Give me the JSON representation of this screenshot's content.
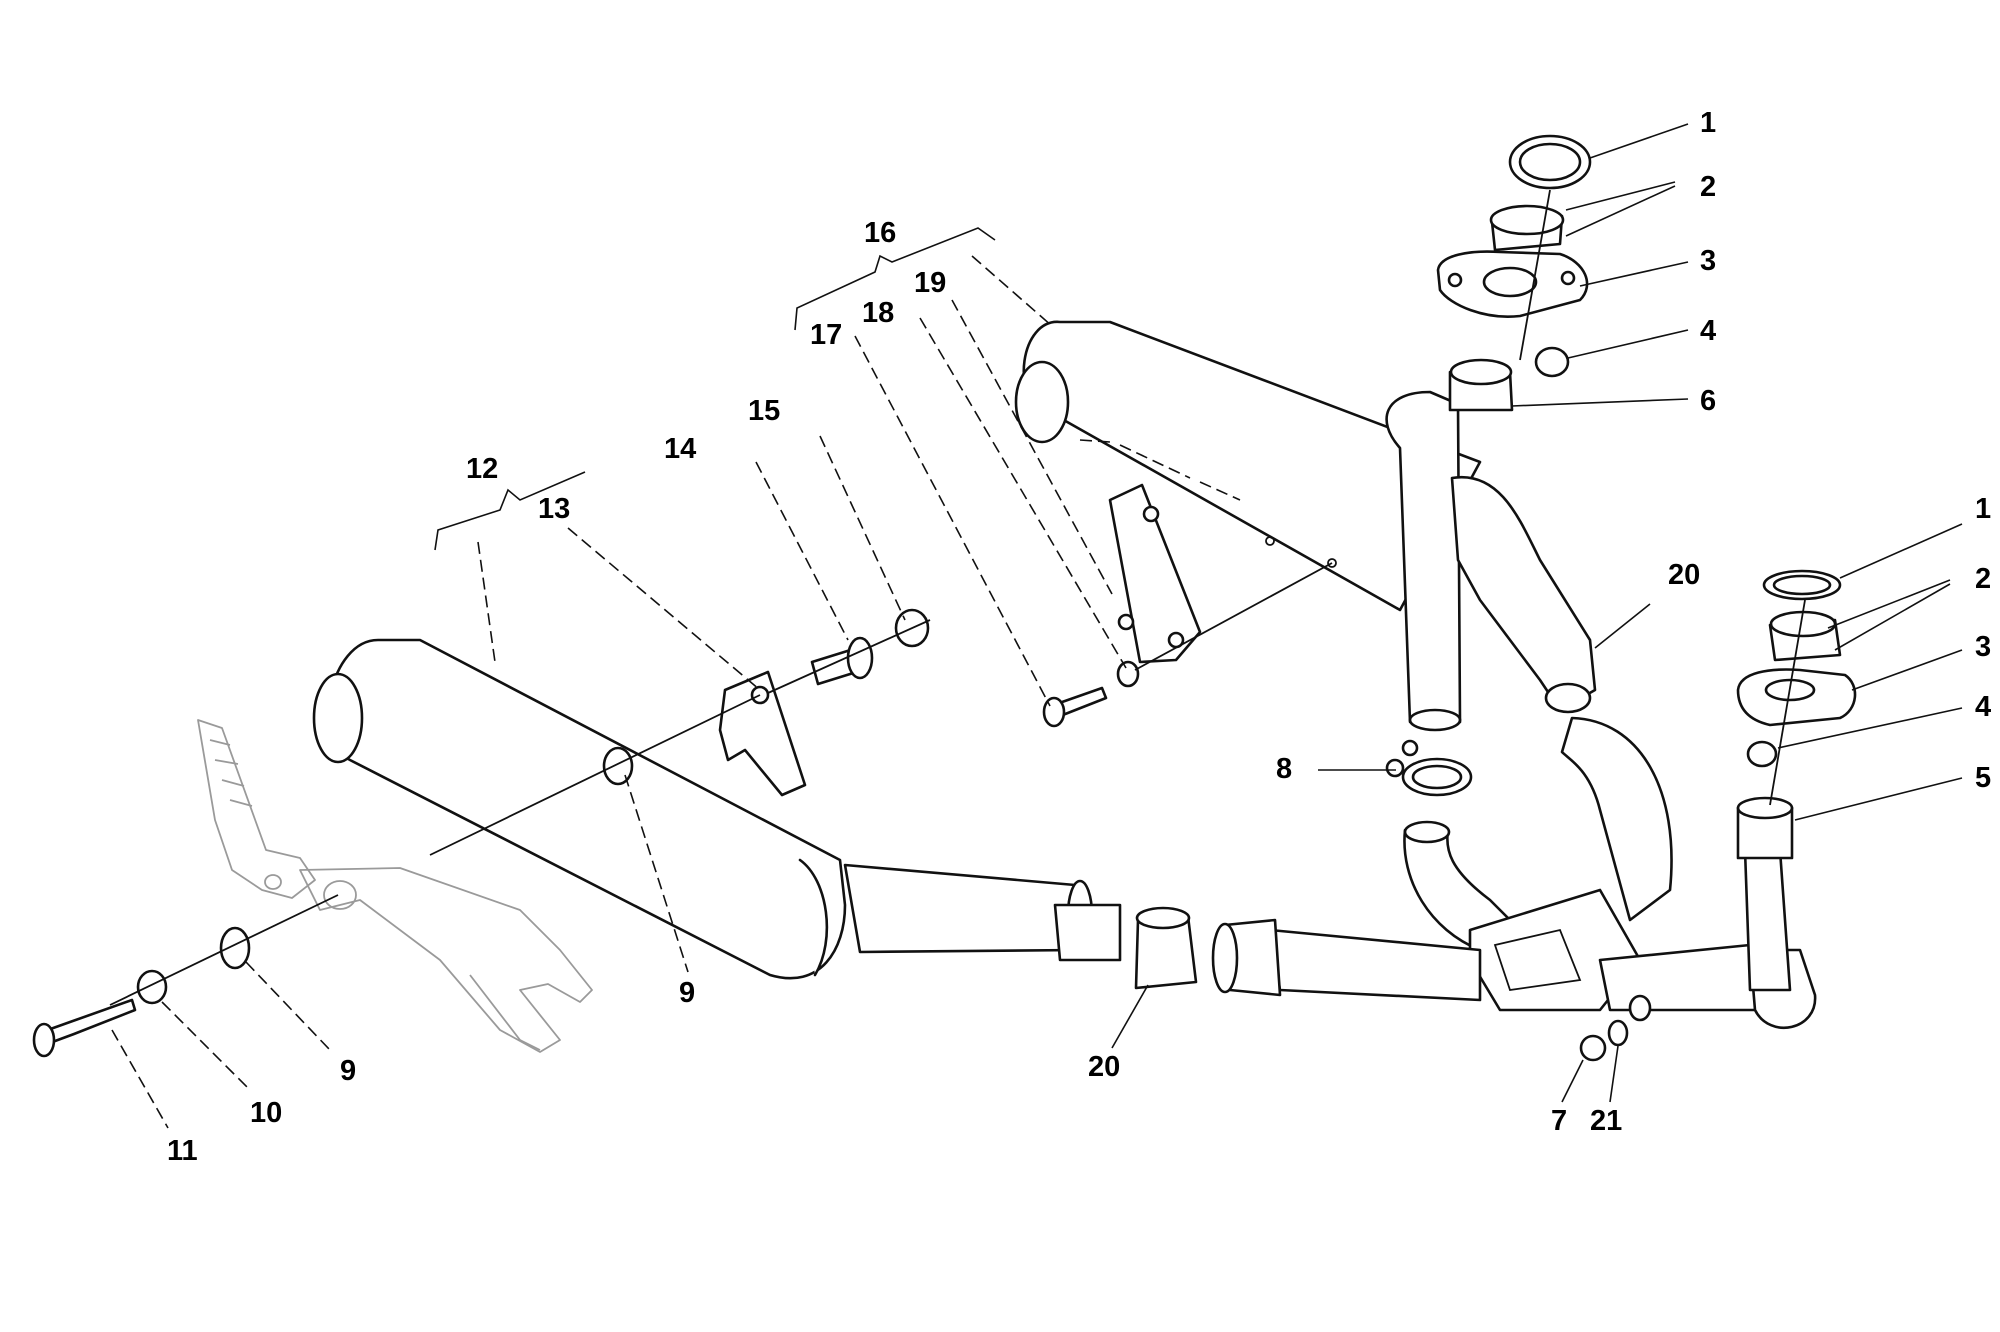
{
  "diagram": {
    "type": "exploded-parts-view",
    "callouts": {
      "c1a": "1",
      "c2a": "2",
      "c3a": "3",
      "c4a": "4",
      "c6a": "6",
      "c1b": "1",
      "c2b": "2",
      "c3b": "3",
      "c4b": "4",
      "c5b": "5",
      "c8": "8",
      "c9a": "9",
      "c9b": "9",
      "c10": "10",
      "c11": "11",
      "c12": "12",
      "c13": "13",
      "c14": "14",
      "c15": "15",
      "c16": "16",
      "c17": "17",
      "c18": "18",
      "c19": "19",
      "c20a": "20",
      "c20b": "20",
      "c7": "7",
      "c21": "21"
    }
  }
}
